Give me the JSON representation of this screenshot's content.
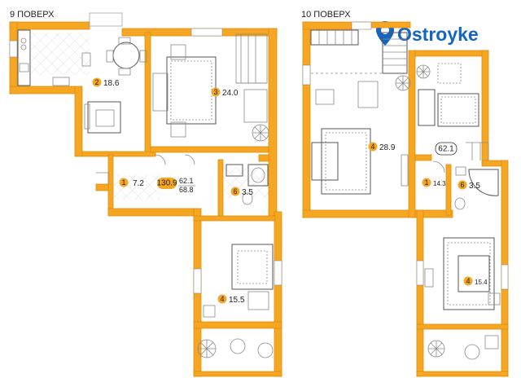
{
  "floors": [
    {
      "label": "9 ПОВЕРХ"
    },
    {
      "label": "10 ПОВЕРХ"
    }
  ],
  "brand": {
    "logo_text": "Ostroyke",
    "color": "#1565c0"
  },
  "colors": {
    "wall": "#f5a623",
    "wall_edge": "#e08e0b",
    "badge": "#f5a623",
    "furniture": "#8a8a8a"
  },
  "rooms_floor9": [
    {
      "num": "2",
      "area": "18.6"
    },
    {
      "num": "3",
      "area": "24.0"
    },
    {
      "num": "1",
      "area": "7.2"
    },
    {
      "num": "6",
      "area": "3.5"
    },
    {
      "num": "4",
      "area": "15.5"
    }
  ],
  "totals_floor9": {
    "total": "130.9",
    "floor9": "62.1",
    "floor10": "68.8"
  },
  "rooms_floor10": [
    {
      "num": "4",
      "area": "28.9"
    },
    {
      "num": "1",
      "area": "14.3"
    },
    {
      "num": "6",
      "area": "3.5"
    },
    {
      "num": "4",
      "area": "15.4"
    }
  ],
  "totals_floor10": {
    "total": "62.1"
  }
}
